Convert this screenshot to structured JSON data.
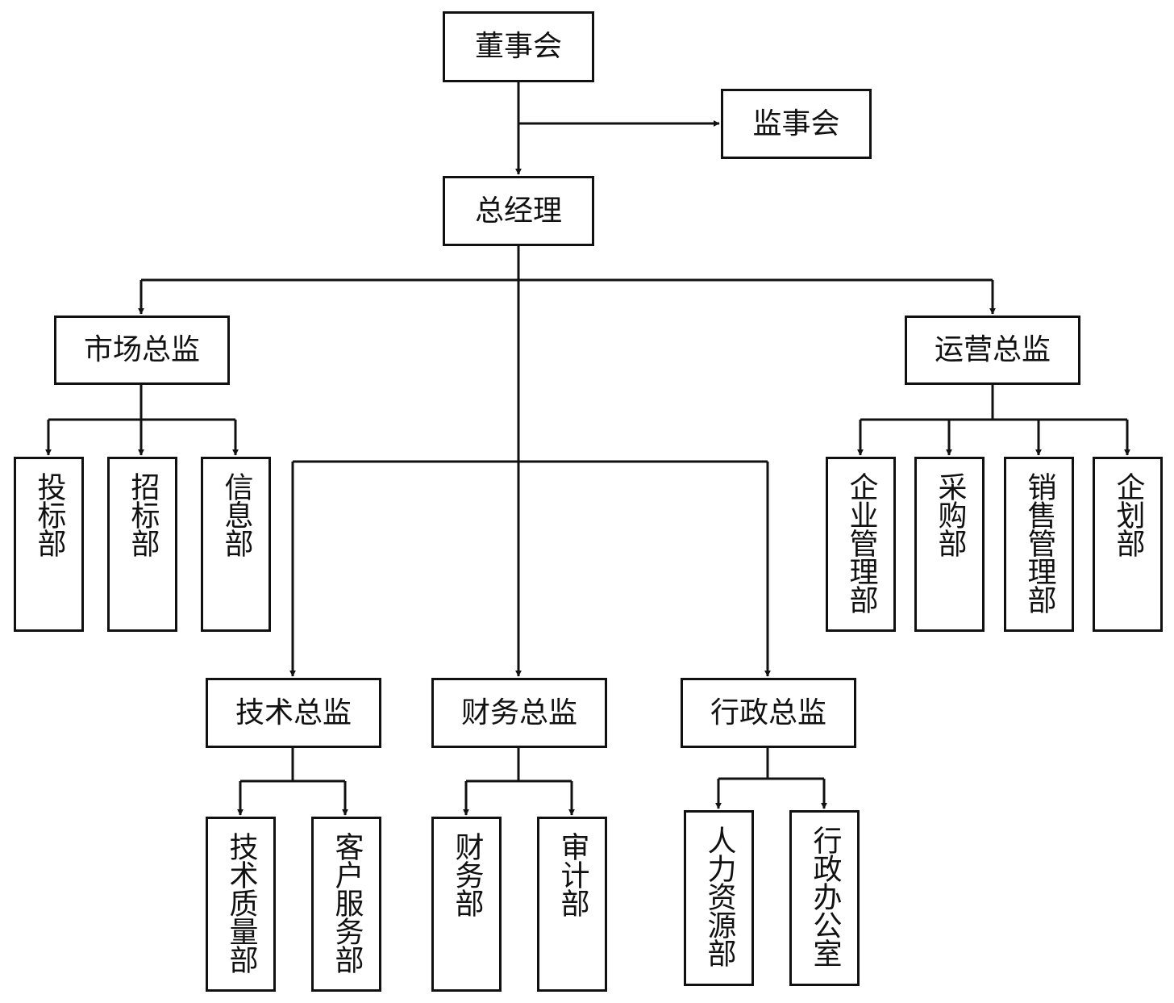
{
  "nodes": {
    "board": "董事会",
    "supervisors": "监事会",
    "gm": "总经理",
    "market_director": "市场总监",
    "ops_director": "运营总监",
    "tech_director": "技术总监",
    "finance_director": "财务总监",
    "admin_director": "行政总监"
  },
  "departments": {
    "bidding": "投标部",
    "tendering": "招标部",
    "information": "信息部",
    "enterprise_mgmt": "企业管理部",
    "purchasing": "采购部",
    "sales_mgmt": "销售管理部",
    "planning": "企划部",
    "tech_quality": "技术质量部",
    "customer_service": "客户服务部",
    "finance": "财务部",
    "audit": "审计部",
    "hr": "人力资源部",
    "admin_office": "行政办公室"
  },
  "colors": {
    "line": "#111111",
    "box_fill": "#ffffff"
  }
}
